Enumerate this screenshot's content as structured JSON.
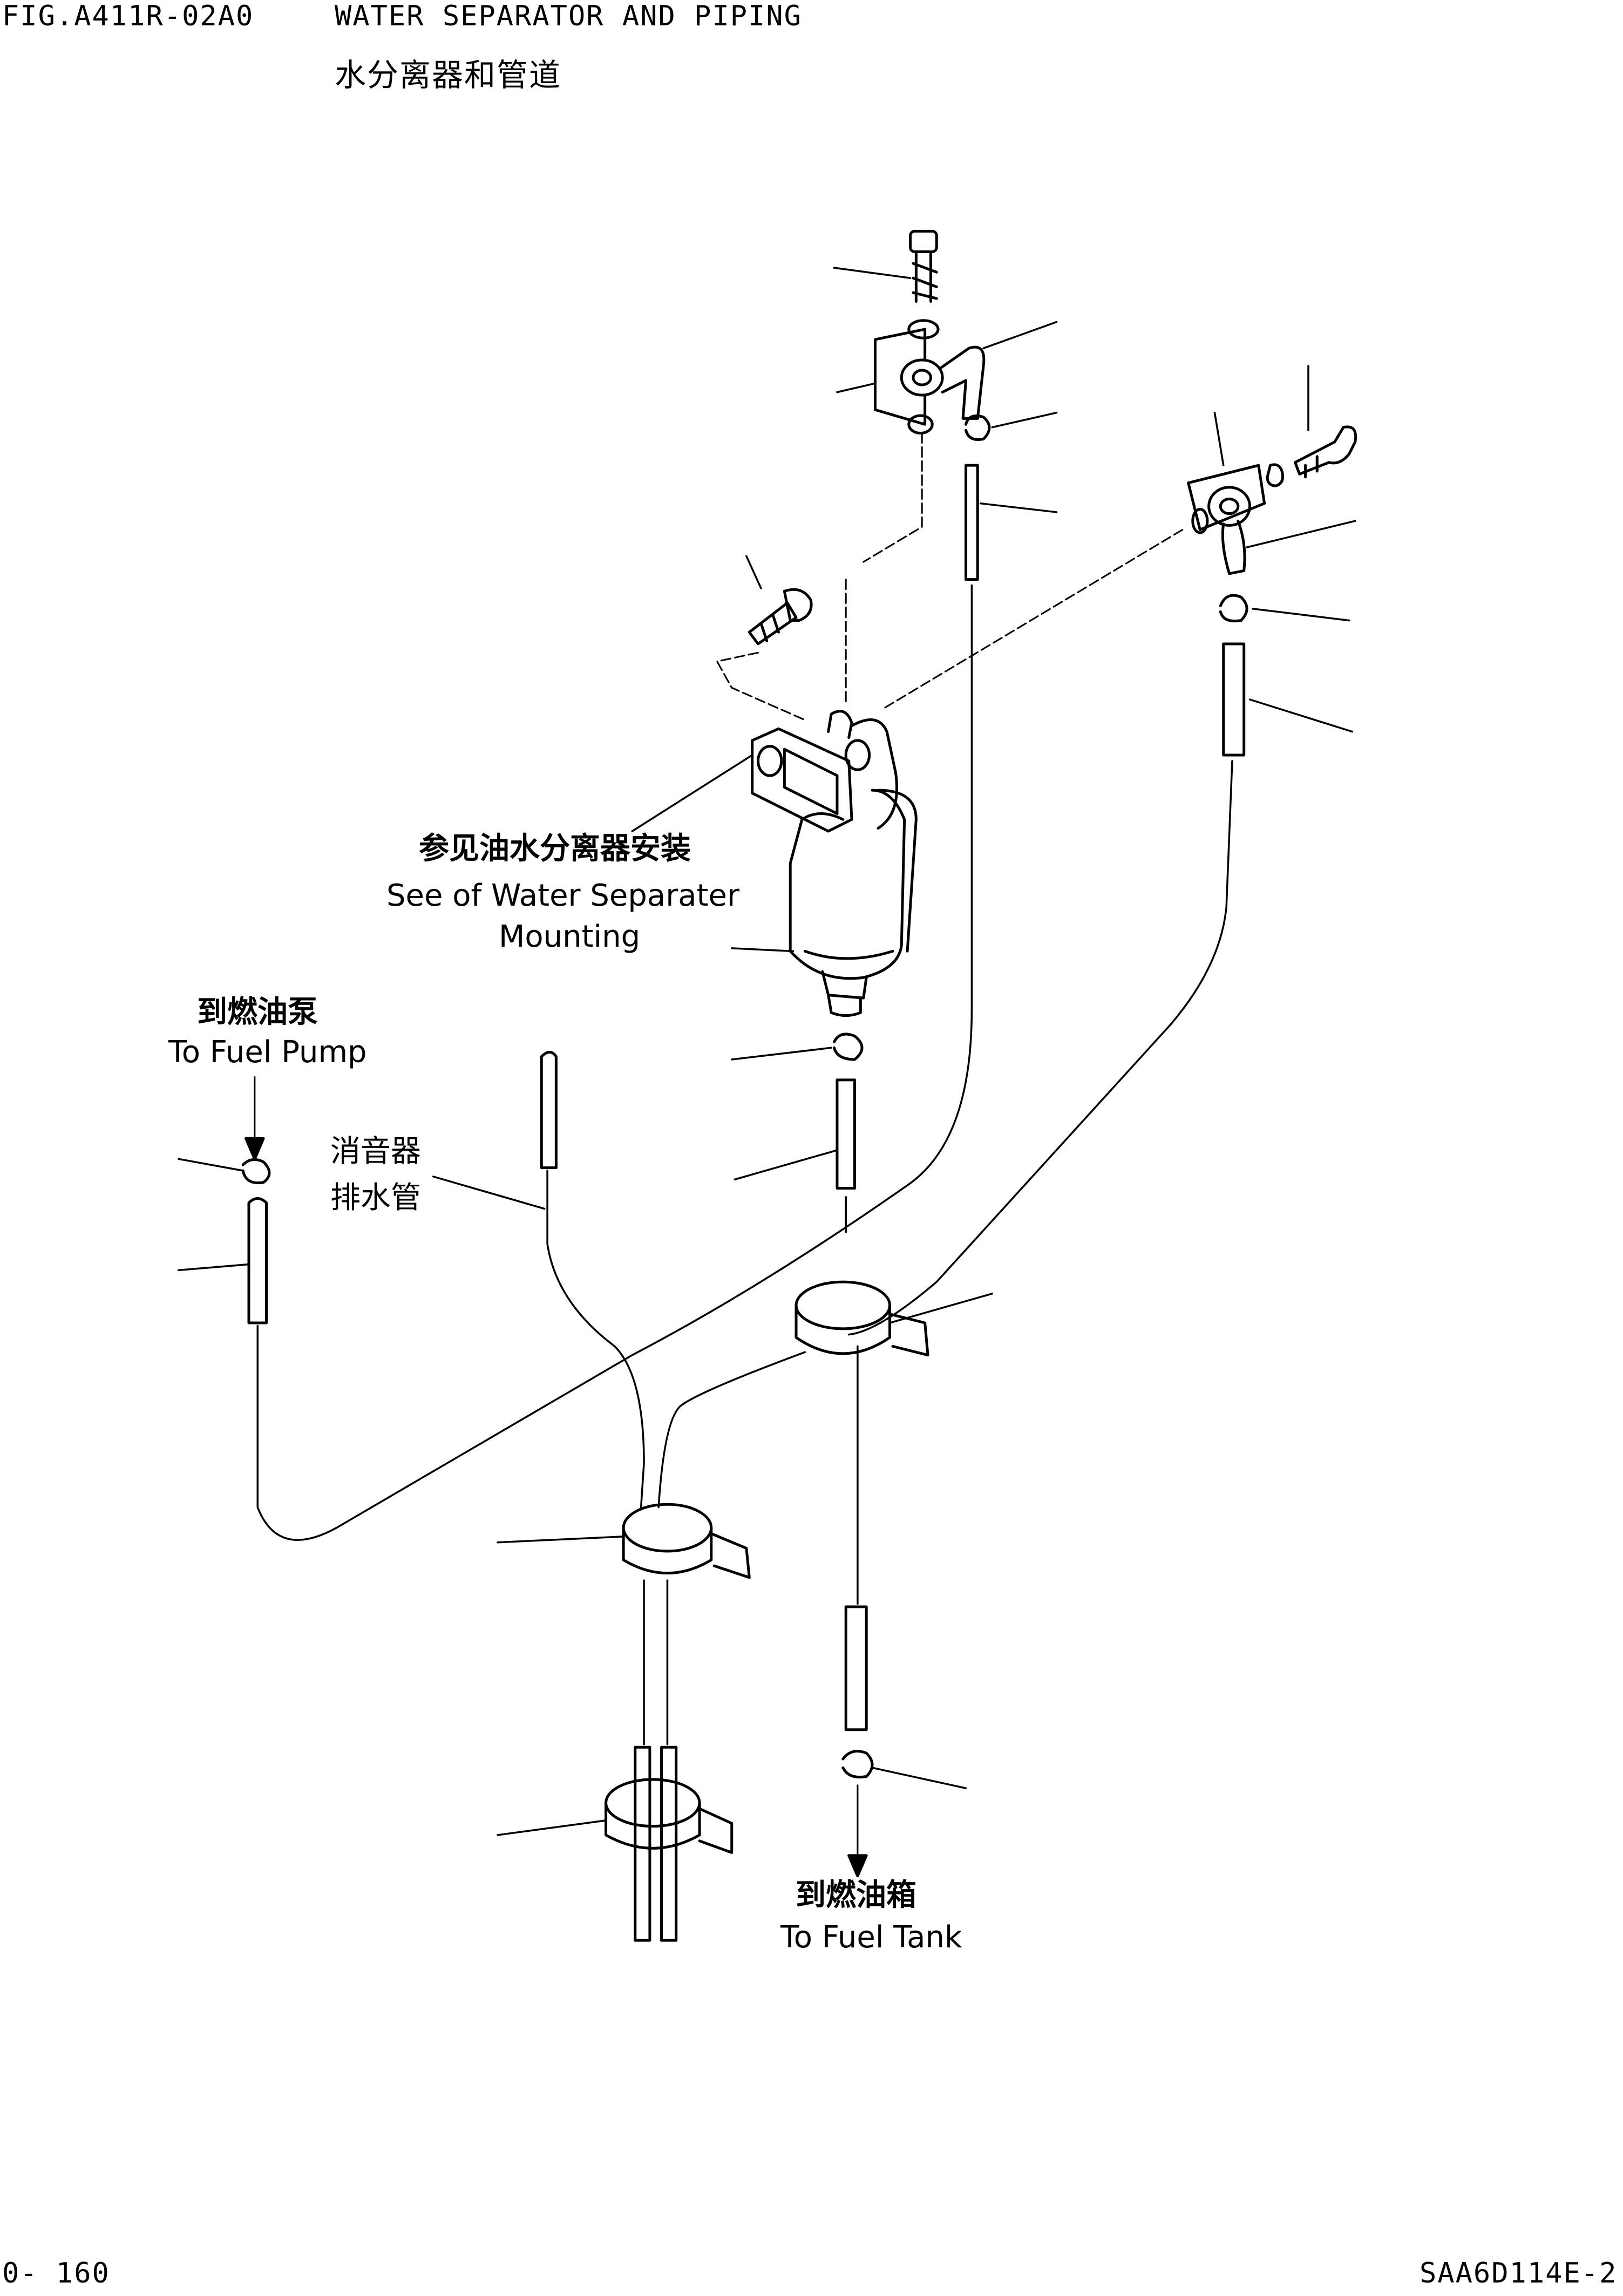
{
  "header": {
    "fig_number": "FIG.A411R-02A0",
    "title_en": "WATER SEPARATOR AND PIPING",
    "title_cn": "水分离器和管道"
  },
  "labels": {
    "separator_cn": "参见油水分离器安装",
    "separator_en_1": "See of Water Separater",
    "separator_en_2": "Mounting",
    "fuel_pump_cn": "到燃油泵",
    "fuel_pump_en": "To Fuel Pump",
    "muffler_cn_1": "消音器",
    "muffler_cn_2": "排水管",
    "fuel_tank_cn": "到燃油箱",
    "fuel_tank_en": "To Fuel Tank"
  },
  "footer": {
    "page": "0- 160",
    "code": "SAA6D114E-2"
  }
}
